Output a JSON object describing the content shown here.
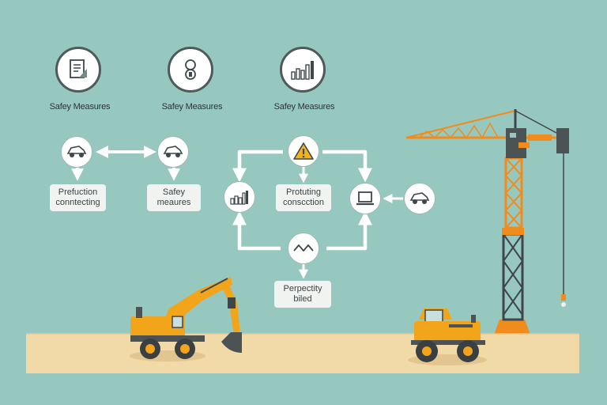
{
  "top_row": [
    {
      "label": "Safey Measures",
      "icon": "document-icon"
    },
    {
      "label": "Safey Measures",
      "icon": "worker-icon"
    },
    {
      "label": "Safey Measures",
      "icon": "bar-chart-icon"
    }
  ],
  "left_flow": {
    "nodes": [
      {
        "icon": "truck-icon"
      },
      {
        "icon": "truck-icon"
      }
    ],
    "cards": [
      {
        "line1": "Prefuction",
        "line2": "conntecting"
      },
      {
        "line1": "Safey",
        "line2": "meaures"
      }
    ]
  },
  "cycle": {
    "top": {
      "icon": "warning-icon"
    },
    "left": {
      "icon": "bar-chart-icon"
    },
    "right": {
      "icon": "laptop-icon"
    },
    "bottom": {
      "icon": "wave-icon"
    },
    "far_right": {
      "icon": "truck-icon"
    },
    "center_card": {
      "line1": "Protuting",
      "line2": "conscction"
    },
    "bottom_card": {
      "line1": "Perpectity",
      "line2": "biled"
    }
  },
  "colors": {
    "background": "#97c8bf",
    "ground": "#f2d9a8",
    "machine_yellow": "#f2a51b",
    "crane_orange": "#f08c1e",
    "icon_dark": "#4f5a5c"
  }
}
